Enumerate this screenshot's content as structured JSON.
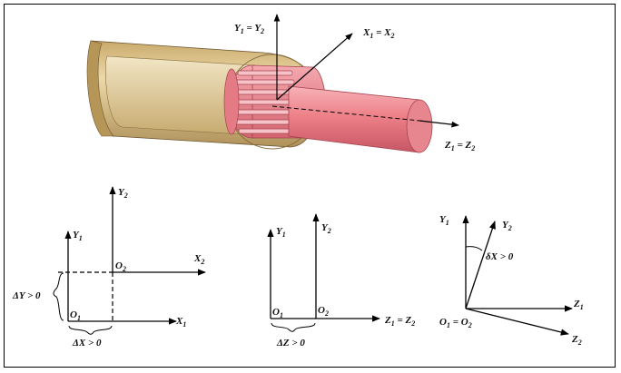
{
  "assembly": {
    "labels": {
      "y_axis": {
        "base": "Y",
        "s1": "1",
        "eq": " = ",
        "base2": "Y",
        "s2": "2"
      },
      "x_axis": {
        "base": "X",
        "s1": "1",
        "eq": " = ",
        "base2": "X",
        "s2": "2"
      },
      "z_axis": {
        "base": "Z",
        "s1": "1",
        "eq": " = ",
        "base2": "Z",
        "s2": "2"
      }
    },
    "colors": {
      "tube": "#d8c08a",
      "tube_dark": "#b89a5e",
      "shaft": "#ee8088",
      "shaft_dark": "#c85a66"
    }
  },
  "diagram_xy": {
    "y2": {
      "base": "Y",
      "sub": "2"
    },
    "y1": {
      "base": "Y",
      "sub": "1"
    },
    "x2": {
      "base": "X",
      "sub": "2"
    },
    "x1": {
      "base": "X",
      "sub": "1"
    },
    "o2": {
      "base": "O",
      "sub": "2"
    },
    "o1": {
      "base": "O",
      "sub": "1"
    },
    "dy": "ΔY > 0",
    "dx": "ΔX > 0"
  },
  "diagram_z": {
    "y1": {
      "base": "Y",
      "sub": "1"
    },
    "y2": {
      "base": "Y",
      "sub": "2"
    },
    "o1": {
      "base": "O",
      "sub": "1"
    },
    "o2": {
      "base": "O",
      "sub": "2"
    },
    "z": {
      "base": "Z",
      "s1": "1",
      "eq": " = ",
      "base2": "Z",
      "s2": "2"
    },
    "dz": "ΔZ > 0"
  },
  "diagram_rot": {
    "y1": {
      "base": "Y",
      "sub": "1"
    },
    "y2": {
      "base": "Y",
      "sub": "2"
    },
    "delta": "δX > 0",
    "z1": {
      "base": "Z",
      "sub": "1"
    },
    "z2": {
      "base": "Z",
      "sub": "2"
    },
    "o": {
      "base": "O",
      "s1": "1",
      "eq": " = ",
      "base2": "O",
      "s2": "2"
    }
  }
}
